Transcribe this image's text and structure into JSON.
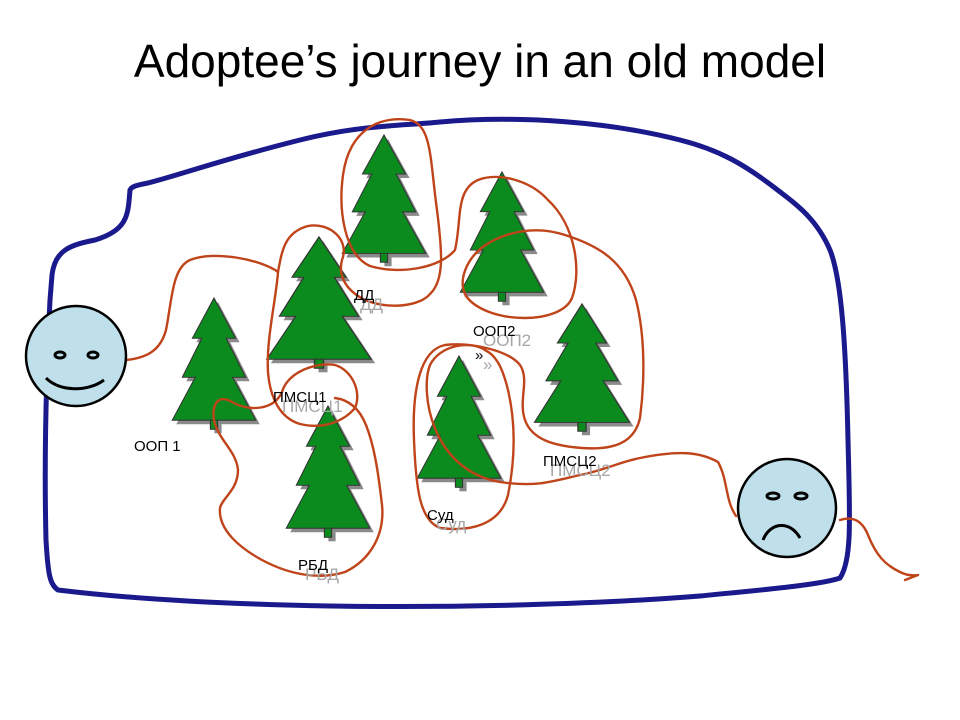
{
  "slide": {
    "title": "Adoptee’s journey in an old model"
  },
  "labels": {
    "oop1": "ООП 1",
    "pmsc1": "ПМСЦ1",
    "pmsc1_shadow": "ПМСЦ1",
    "dd": "ДД",
    "dd_shadow": "ДД",
    "oop2": "ООП2",
    "oop2_cont": "»",
    "oop2_shadow": "ООП2",
    "oop2_cont_shadow": "»",
    "rbd": "РБД",
    "rbd_shadow": "РБД",
    "sud": "Суд",
    "sud_shadow": "Суд",
    "pmsc2": "ПМСЦ2",
    "pmsc2_shadow": "ПМСЦ2"
  },
  "colors": {
    "boundary": "#1a1a8c",
    "path": "#c0441a",
    "tree": "#0b8a1e",
    "face": "#bfe0ea"
  }
}
